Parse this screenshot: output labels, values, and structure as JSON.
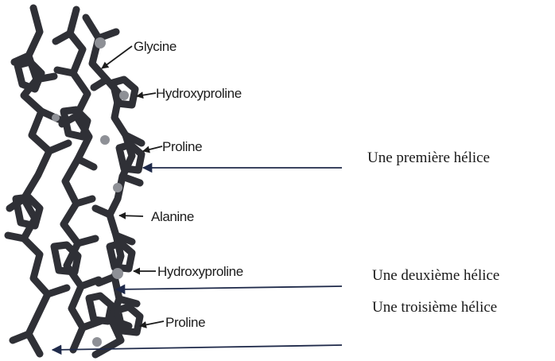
{
  "amino_acid_labels": [
    {
      "id": "glycine",
      "text": "Glycine"
    },
    {
      "id": "hydroxyproline-1",
      "text": "Hydroxyproline"
    },
    {
      "id": "proline-1",
      "text": "Proline"
    },
    {
      "id": "alanine",
      "text": "Alanine"
    },
    {
      "id": "hydroxyproline-2",
      "text": "Hydroxyproline"
    },
    {
      "id": "proline-2",
      "text": "Proline"
    }
  ],
  "helix_labels": [
    {
      "id": "helix-1",
      "text": "Une première hélice"
    },
    {
      "id": "helix-2",
      "text": "Une deuxième hélice"
    },
    {
      "id": "helix-3",
      "text": "Une troisième hélice"
    }
  ],
  "colors": {
    "molecule": "#2f3036",
    "molecule_highlight": "#8e9096",
    "arrow": "#1f2a4a",
    "text": "#1a1a1a"
  }
}
